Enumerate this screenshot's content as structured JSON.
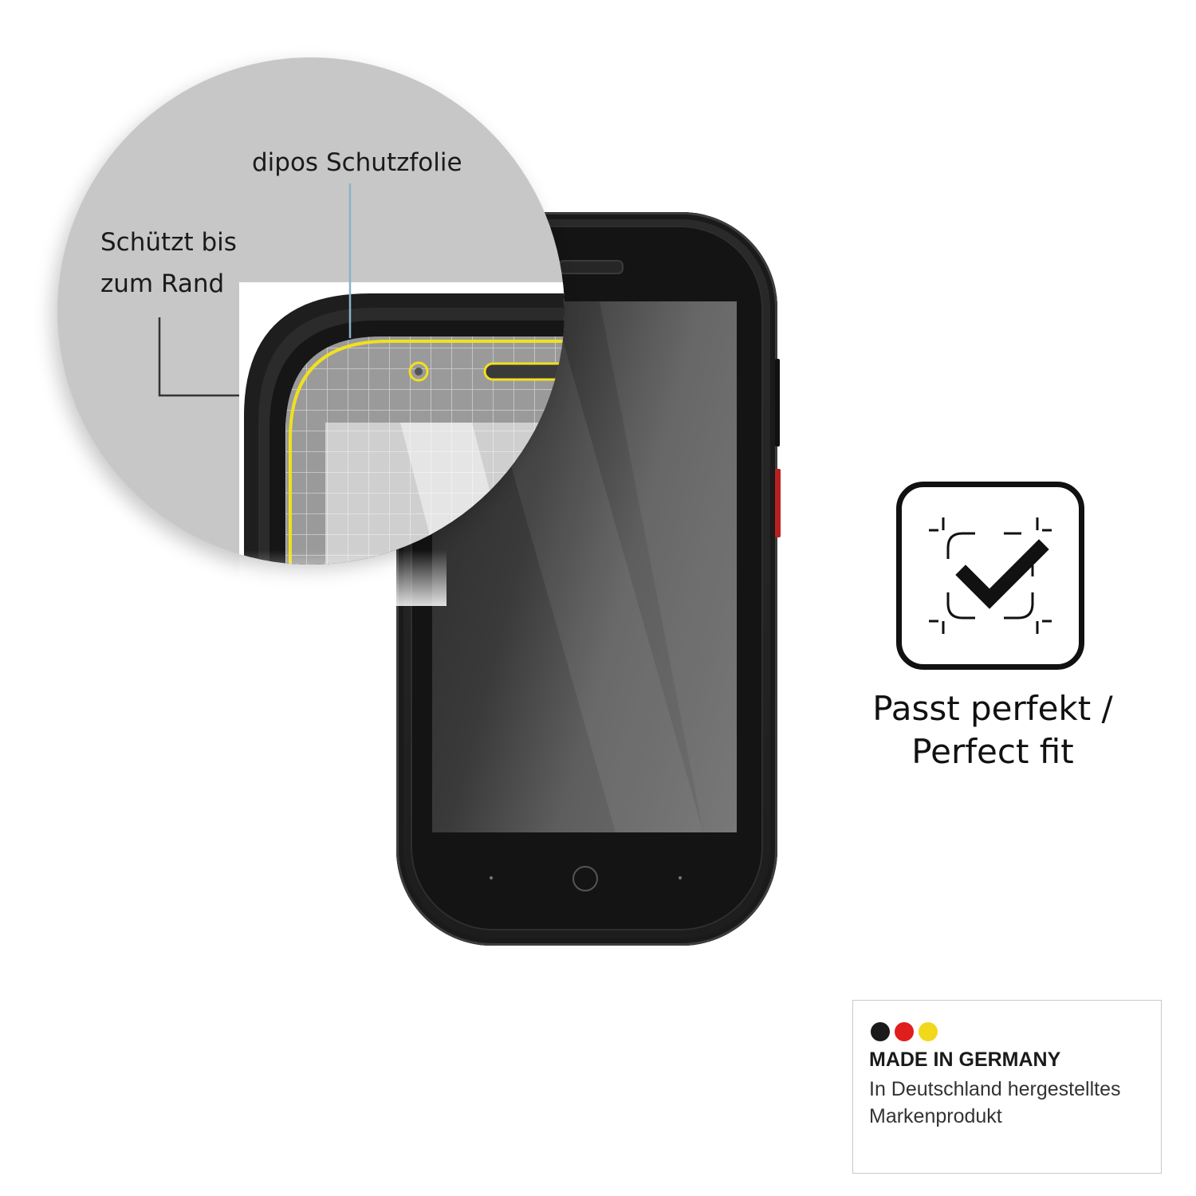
{
  "magnifier": {
    "label_top": "dipos Schutzfolie",
    "label_left_line1": "Schützt bis",
    "label_left_line2": "zum Rand"
  },
  "perfect_fit": {
    "icon": "check-fit-icon",
    "line1": "Passt perfekt /",
    "line2": "Perfect fit"
  },
  "badge": {
    "flag_colors": [
      "#1a1a1a",
      "#e01e1e",
      "#f2d81b"
    ],
    "title": "MADE IN GERMANY",
    "line1": "In Deutschland hergestelltes",
    "line2": "Markenprodukt"
  },
  "colors": {
    "highlight": "#f0e020",
    "callout_line": "#8ab4c8"
  }
}
